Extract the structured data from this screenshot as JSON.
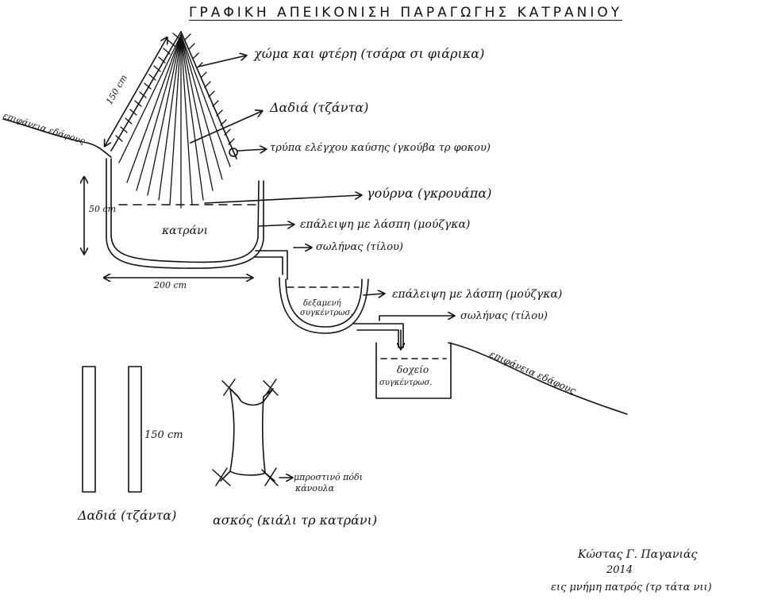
{
  "title": "ΓΡΑΦΙΚΗ ΑΠΕΙΚΟΝΙΣΗ ΠΑΡΑΓΩΓΗΣ ΚΑΤΡΑΝΙΟΥ",
  "labels": {
    "soil_cover": "χώμα και φτέρη (τσάρα σι φιάρικα)",
    "torch_wood": "Δαδιά (τζάντα)",
    "control_hole": "τρύπα ελέγχου καύσης (γκούβα τρ φοκου)",
    "pit": "γούρνα (γκρουάπα)",
    "lining_1": "επάλειψη με λάσπη (μούζγκα)",
    "pipe_1": "σωλήνας (τίλου)",
    "lining_2": "επάλειψη με λάσπη (μούζγκα)",
    "pipe_2": "σωλήνας (τίλου)",
    "ground_left": "επιφάνεια εδάφους",
    "ground_right": "επιφάνεια εδάφους",
    "tar": "κατράνι",
    "height_150": "150 cm",
    "depth_50": "50 cm",
    "width_200": "200 cm",
    "basin_line1": "δεξαμενή",
    "basin_line2": "συγκέντρωσ.",
    "container_line1": "δοχείο",
    "container_line2": "συγκέντρωσ.",
    "stick_length": "150 cm",
    "sticks_caption": "Δαδιά (τζάντα)",
    "skin_caption": "ασκός (κιάλι τρ κατράνι)",
    "leg_line1": "μπροστινό πόδι",
    "leg_line2": "κάνουλα"
  },
  "signature": {
    "name": "Κώστας Γ. Παγανιάς",
    "year": "2014",
    "dedication": "εις μνήμη πατρός (τρ τάτα νιι)"
  }
}
